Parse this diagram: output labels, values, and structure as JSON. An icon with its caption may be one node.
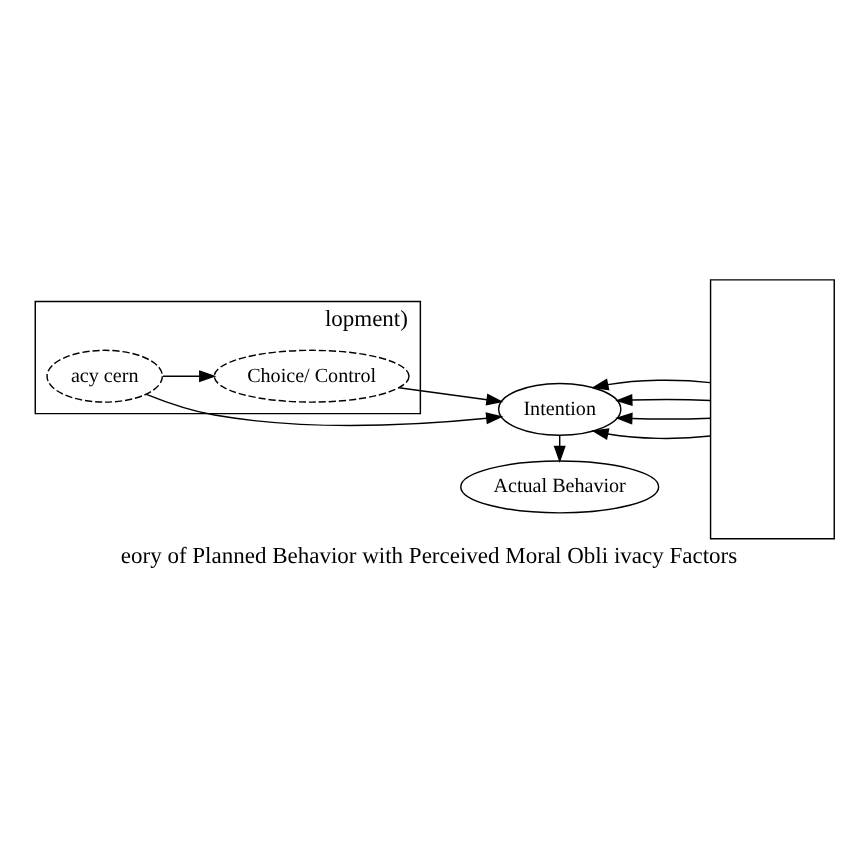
{
  "diagram": {
    "caption": "eory of Planned Behavior with Perceived Moral Obli ivacy Factors",
    "nodes": [
      {
        "text": [
          "lopment)"
        ]
      },
      {
        "text": [
          "Choice/ Control"
        ],
        "in": 0
      },
      {
        "text": [
          "acy cern"
        ],
        "in": 0
      },
      {
        "text": [
          "Intention"
        ]
      },
      {
        "text": [
          "Actual Behavior"
        ]
      },
      {
        "text": [],
        "shape": "box"
      }
    ],
    "edges": [
      {
        "from": 2,
        "to": 1,
        "arrow": "to"
      },
      {
        "from": 1,
        "to": 3,
        "arrow": "to"
      },
      {
        "from": 2,
        "to": 3,
        "arrow": "to"
      },
      {
        "from": 3,
        "to": 4,
        "arrow": "to"
      },
      {
        "from": 5,
        "to": 3,
        "arrow": "to"
      },
      {
        "from": 5,
        "to": 3,
        "arrow": "to"
      },
      {
        "from": 5,
        "to": 3,
        "arrow": "to"
      },
      {
        "from": 5,
        "to": 3,
        "arrow": "to"
      }
    ]
  }
}
